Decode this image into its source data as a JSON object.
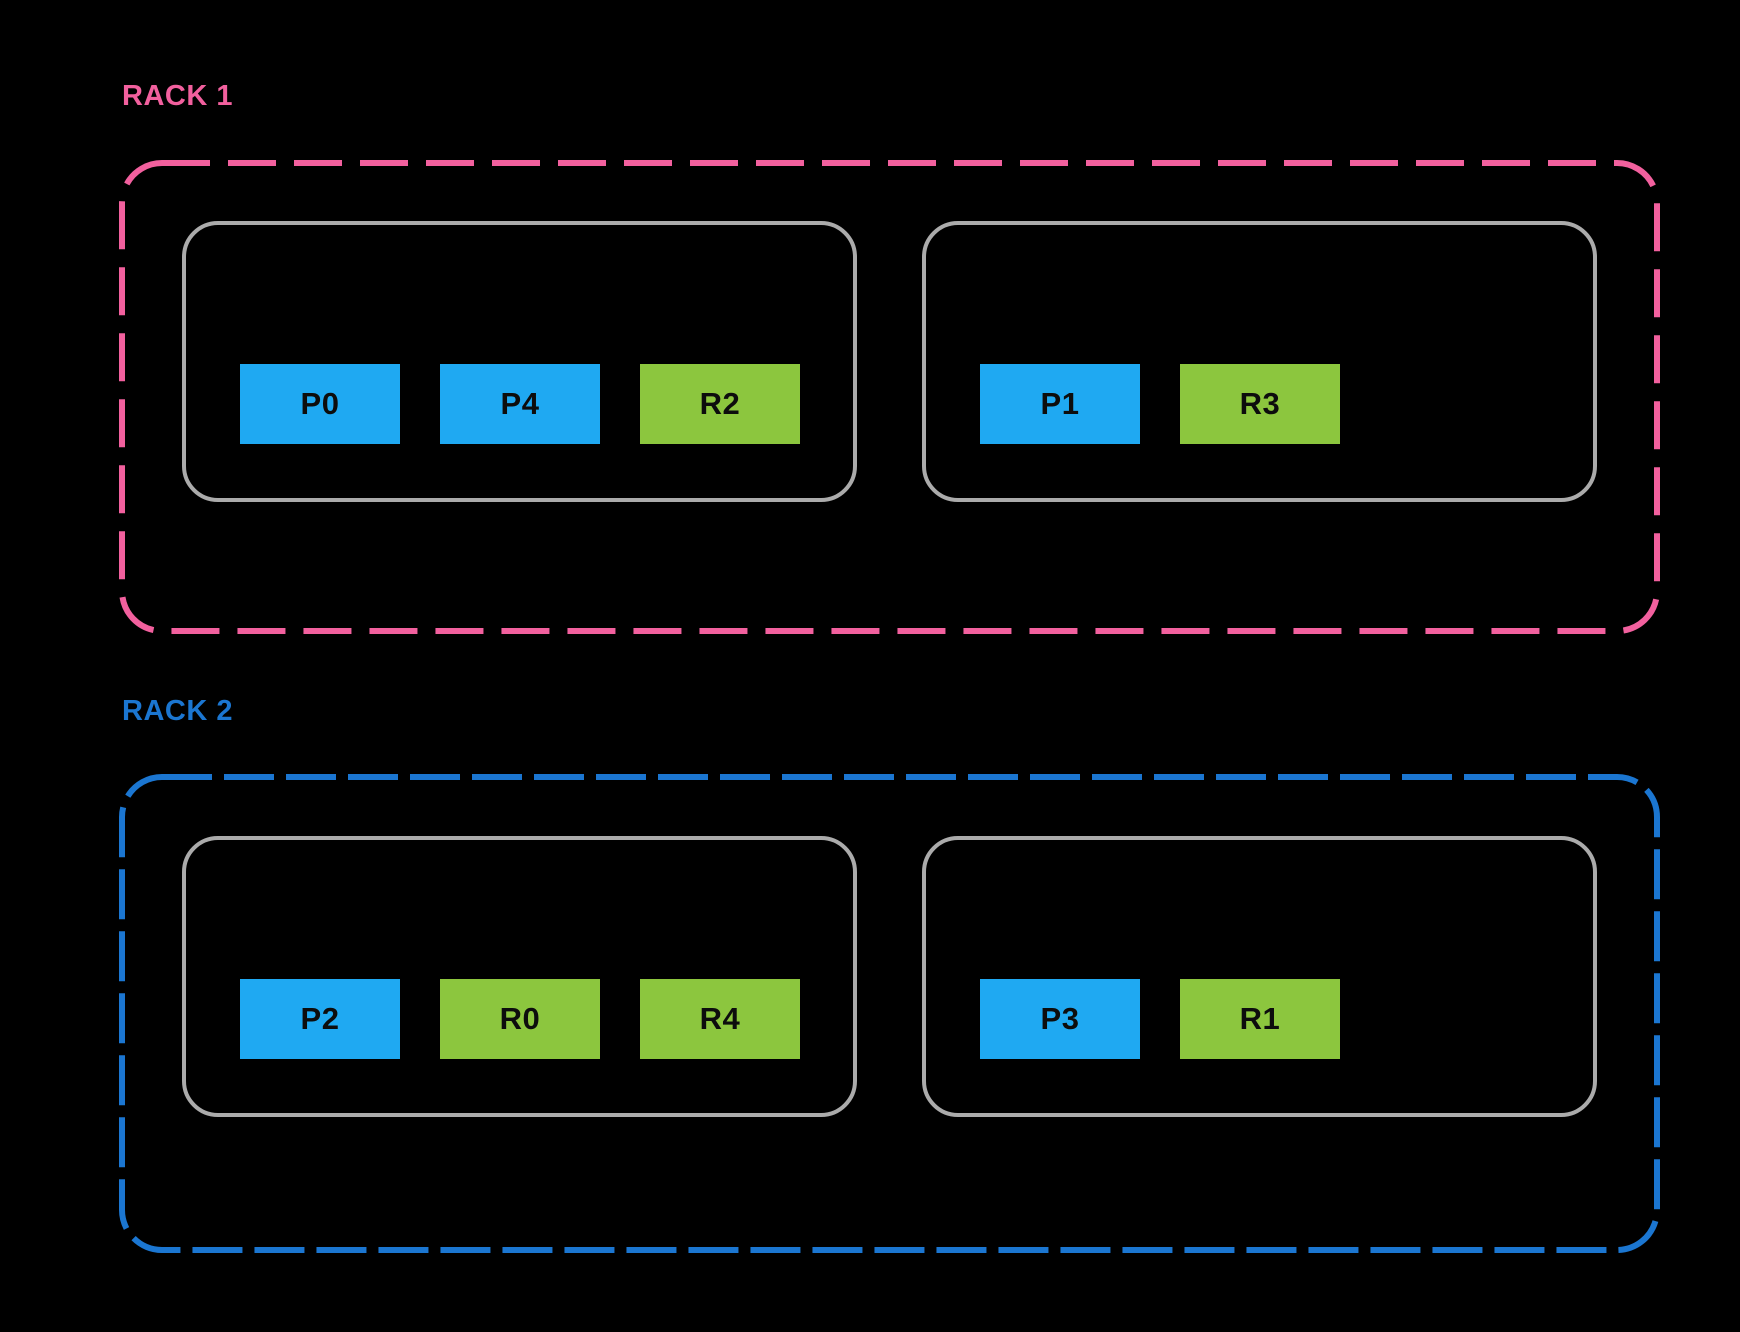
{
  "colors": {
    "background": "#000000",
    "primary_box": "#1FA9F2",
    "replica_box": "#8CC63E",
    "host_border": "#ABABAB",
    "box_text": "#0D0D0D"
  },
  "racks": [
    {
      "label": "RACK 1",
      "accent": "#F2609E",
      "dash": "48 18",
      "hosts": [
        {
          "boxes": [
            {
              "label": "P0",
              "kind": "primary"
            },
            {
              "label": "P4",
              "kind": "primary"
            },
            {
              "label": "R2",
              "kind": "replica"
            }
          ]
        },
        {
          "boxes": [
            {
              "label": "P1",
              "kind": "primary"
            },
            {
              "label": "R3",
              "kind": "replica"
            }
          ]
        }
      ]
    },
    {
      "label": "RACK 2",
      "accent": "#1B76D1",
      "dash": "50 12",
      "hosts": [
        {
          "boxes": [
            {
              "label": "P2",
              "kind": "primary"
            },
            {
              "label": "R0",
              "kind": "replica"
            },
            {
              "label": "R4",
              "kind": "replica"
            }
          ]
        },
        {
          "boxes": [
            {
              "label": "P3",
              "kind": "primary"
            },
            {
              "label": "R1",
              "kind": "replica"
            }
          ]
        }
      ]
    }
  ]
}
